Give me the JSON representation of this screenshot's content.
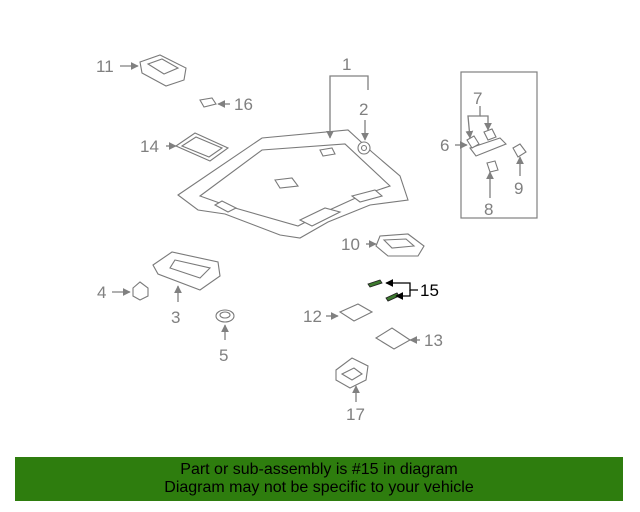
{
  "callouts": {
    "c1": "1",
    "c2": "2",
    "c3": "3",
    "c4": "4",
    "c5": "5",
    "c6": "6",
    "c7": "7",
    "c8": "8",
    "c9": "9",
    "c10": "10",
    "c11": "11",
    "c12": "12",
    "c13": "13",
    "c14": "14",
    "c15": "15",
    "c16": "16",
    "c17": "17"
  },
  "highlighted_part": "15",
  "colors": {
    "banner": "#2e7d0e",
    "part_lines": "#7a7a7a",
    "highlight": "#000000"
  },
  "footer": {
    "line1": "Part or sub-assembly is #15 in diagram",
    "line2": "Diagram may not be specific to your vehicle"
  }
}
